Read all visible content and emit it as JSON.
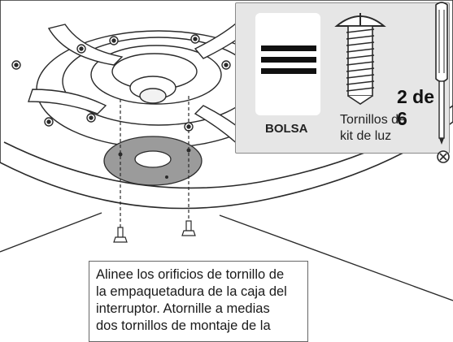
{
  "parts": {
    "bag_label": "BOLSA",
    "screw_count": "2 de 6",
    "screw_name_line1": "Tornillos de",
    "screw_name_line2": "kit de luz"
  },
  "caption": {
    "line1": "Alinee los orificios de tornillo de",
    "line2": "la empaquetadura de la caja del",
    "line3": "interruptor. Atornille a medias",
    "line4": "dos tornillos de montaje de la"
  },
  "colors": {
    "panel_bg": "#e6e6e6",
    "gasket": "#9b9b9b",
    "line": "#2a2a2a"
  },
  "icons": [
    "bag-icon",
    "screw-icon",
    "screwdriver-icon",
    "phillips-head-icon"
  ]
}
